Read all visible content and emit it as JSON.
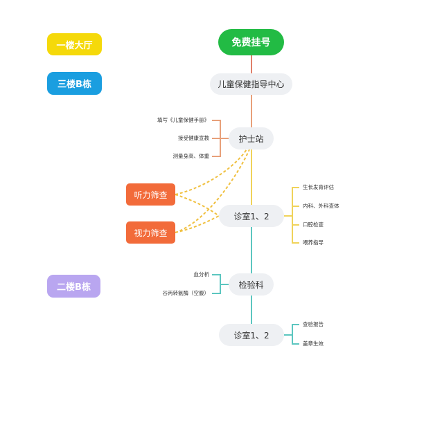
{
  "legend": [
    {
      "label": "一楼大厅",
      "color": "#f5d90a"
    },
    {
      "label": "三楼B栋",
      "color": "#1a9ee0"
    },
    {
      "label": "二楼B栋",
      "color": "#b9a6f0"
    }
  ],
  "flow": {
    "start": "免费挂号",
    "center": "儿童保健指导中心",
    "nurse": "护士站",
    "nurse_steps": [
      "填写《儿童保健手册》",
      "接受健康宣教",
      "测量身高、体重"
    ],
    "hearing": "听力筛查",
    "vision": "视力筛查",
    "clinic1": "诊室1、2",
    "clinic1_steps": [
      "生长发育评估",
      "内科、外科查体",
      "口腔检查",
      "喂养指导"
    ],
    "lab": "检验科",
    "lab_steps": [
      "血分析",
      "谷丙转氨酶（空腹）"
    ],
    "clinic2": "诊室1、2",
    "clinic2_steps": [
      "查验报告",
      "盖章生效"
    ]
  },
  "colors": {
    "start": "#22bb44",
    "screening": "#f26b3a",
    "node": "#eef0f3"
  }
}
